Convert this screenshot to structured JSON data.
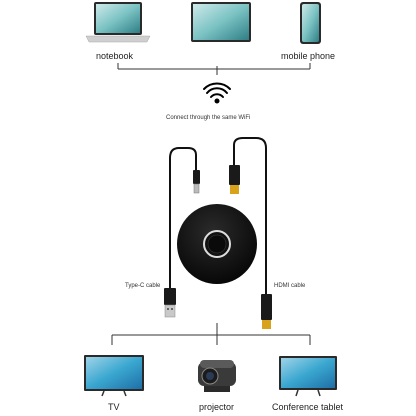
{
  "sources": {
    "notebook_label": "notebook",
    "phone_label": "mobile phone"
  },
  "wifi": {
    "icon": "wifi-signal-icon",
    "caption": "Connect through the same WiFi"
  },
  "device": {
    "left_cable_label": "Type-C cable",
    "right_cable_label": "HDMI cable"
  },
  "outputs": {
    "tv_label": "TV",
    "projector_label": "projector",
    "tablet_label": "Conference tablet"
  }
}
